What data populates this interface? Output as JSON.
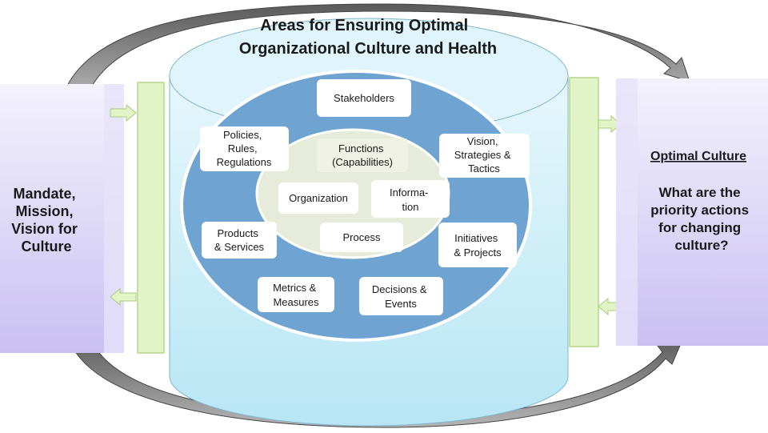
{
  "title": {
    "line1": "Areas  for Ensuring Optimal",
    "line2": "Organizational Culture and Health"
  },
  "left_panel": {
    "lines": [
      "Mandate,",
      "Mission,",
      "Vision for",
      "Culture"
    ]
  },
  "right_panel": {
    "heading": "Optimal  Culture",
    "lines": [
      "What are the",
      "priority actions",
      "for changing",
      "culture?"
    ]
  },
  "outer_ring_items": {
    "stakeholders": [
      "Stakeholders"
    ],
    "policies": [
      "Policies,",
      "Rules,",
      "Regulations"
    ],
    "vision": [
      "Vision,",
      "Strategies &",
      "Tactics"
    ],
    "products": [
      "Products",
      "& Services"
    ],
    "initiatives": [
      "Initiatives",
      "& Projects"
    ],
    "metrics": [
      "Metrics &",
      "Measures"
    ],
    "decisions": [
      "Decisions &",
      "Events"
    ]
  },
  "inner_core_items": {
    "functions": [
      "Functions",
      "(Capabilities)"
    ],
    "organization": [
      "Organization"
    ],
    "information": [
      "Informa-",
      "tion"
    ],
    "process": [
      "Process"
    ]
  },
  "colors": {
    "purple_panel": "#dcd6f7",
    "green_bar": "#e3f3c8",
    "cylinder": "#cdeef8",
    "outer_ring": "#6fa3d2",
    "inner_core": "#e6ecd9",
    "arrow": "#8c8c8c"
  }
}
